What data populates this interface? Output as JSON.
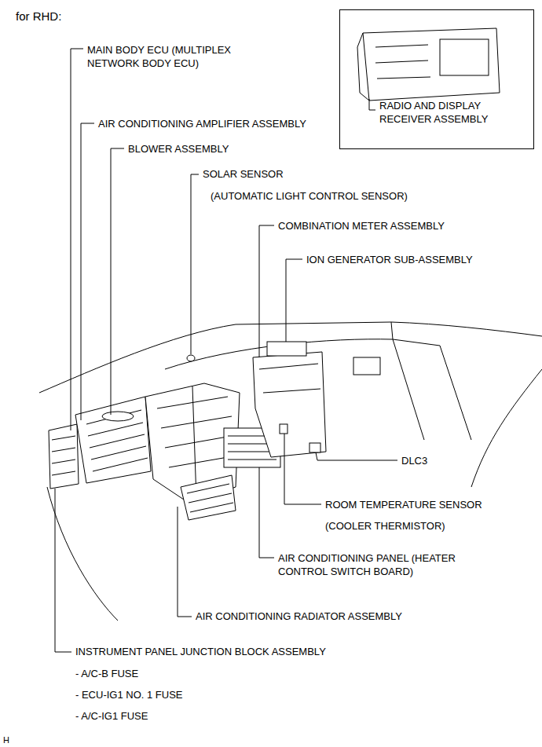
{
  "diagram": {
    "title": "for RHD:",
    "nodes": [
      {
        "text": [
          "RADIO AND DISPLAY RECEIVER ASSEMBLY"
        ]
      }
    ],
    "labels": [
      "MAIN BODY ECU (MULTIPLEX NETWORK BODY ECU)",
      "AIR CONDITIONING AMPLIFIER ASSEMBLY",
      "BLOWER ASSEMBLY",
      "SOLAR SENSOR",
      "(AUTOMATIC LIGHT CONTROL SENSOR)",
      "COMBINATION METER ASSEMBLY",
      "ION GENERATOR SUB-ASSEMBLY",
      "DLC3",
      "ROOM TEMPERATURE SENSOR",
      "(COOLER THERMISTOR)",
      "AIR CONDITIONING PANEL (HEATER CONTROL SWITCH BOARD)",
      "AIR CONDITIONING RADIATOR ASSEMBLY",
      "INSTRUMENT PANEL JUNCTION BLOCK ASSEMBLY",
      "- A/C-B FUSE",
      "- ECU-IG1 NO. 1 FUSE",
      "- A/C-IG1 FUSE",
      "H"
    ]
  }
}
